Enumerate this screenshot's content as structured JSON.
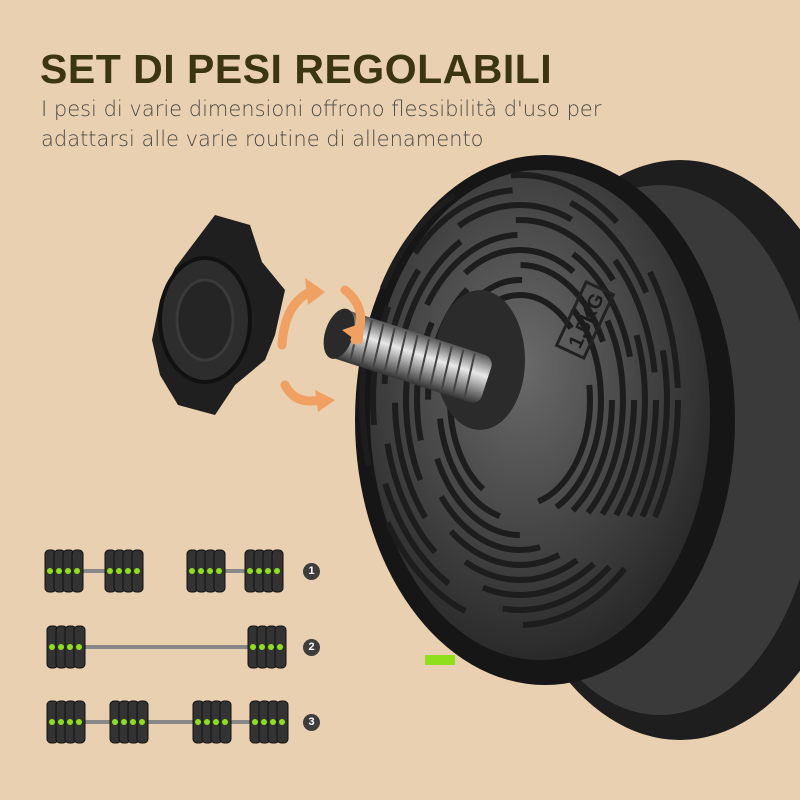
{
  "header": {
    "title": "SET DI PESI REGOLABILI",
    "subtitle": "I pesi di varie dimensioni offrono flessibilità d'uso per adattarsi alle varie routine di allenamento"
  },
  "product": {
    "plate_label": "1.5KG",
    "icons": [
      "lock-nut-icon",
      "rotate-arrows-icon",
      "weight-plate-icon"
    ]
  },
  "configurations": [
    {
      "number": "1",
      "type": "dumbbell-pair"
    },
    {
      "number": "2",
      "type": "barbell"
    },
    {
      "number": "3",
      "type": "extended-barbell"
    }
  ],
  "colors": {
    "background": "#e9d0b0",
    "title": "#3b3512",
    "accent_green": "#8fe01a",
    "arrow_orange": "#f0a060"
  }
}
